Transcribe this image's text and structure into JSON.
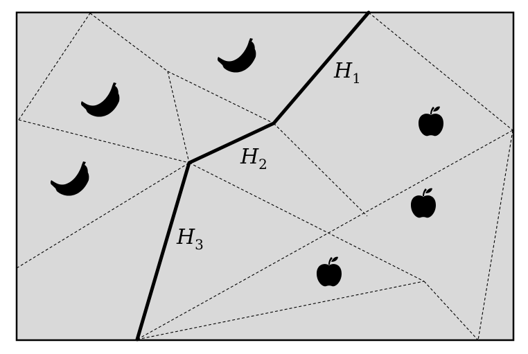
{
  "labels": {
    "h1": {
      "letter": "H",
      "sub": "1"
    },
    "h2": {
      "letter": "H",
      "sub": "2"
    },
    "h3": {
      "letter": "H",
      "sub": "3"
    }
  },
  "fruits": [
    {
      "icon": "banana-icon"
    },
    {
      "icon": "banana-icon"
    },
    {
      "icon": "banana-icon"
    },
    {
      "icon": "apple-icon"
    },
    {
      "icon": "apple-icon"
    },
    {
      "icon": "apple-icon"
    }
  ],
  "colors": {
    "background": "#d9d9d9",
    "lines": "#000000"
  }
}
